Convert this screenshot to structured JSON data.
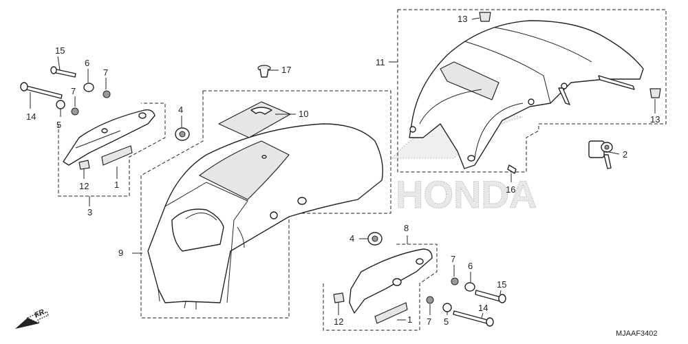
{
  "diagram": {
    "drawing_code": "MJAAF3402",
    "front_label": "FR.",
    "watermark": "HONDA",
    "callouts": [
      "1",
      "2",
      "3",
      "4",
      "5",
      "6",
      "7",
      "8",
      "9",
      "10",
      "11",
      "12",
      "13",
      "14",
      "15",
      "16",
      "17"
    ]
  }
}
